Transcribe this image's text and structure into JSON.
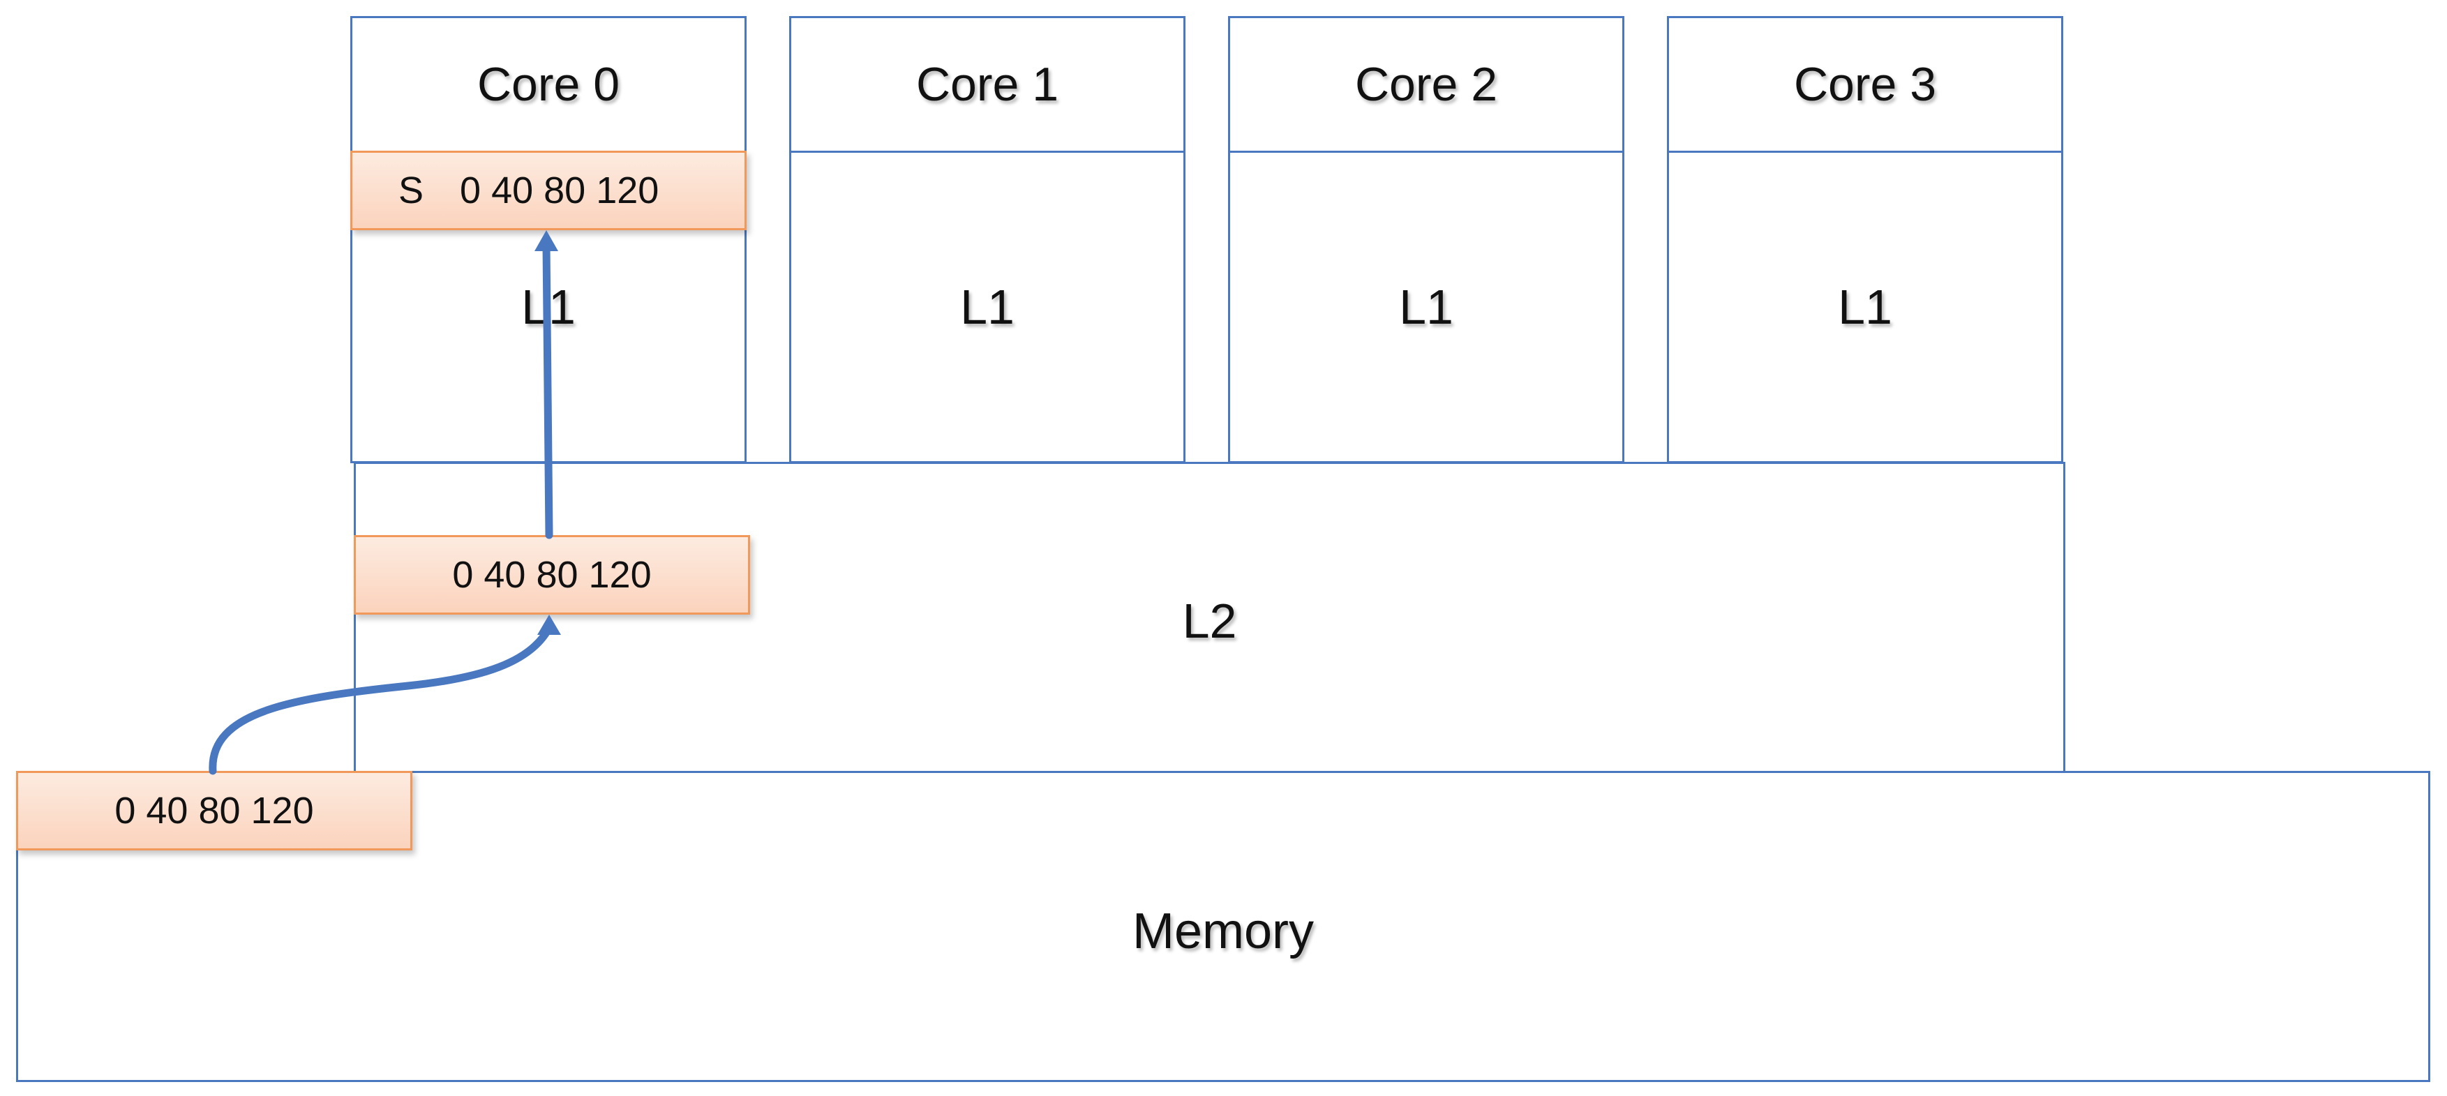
{
  "cores": [
    {
      "name": "Core 0",
      "cache": "L1"
    },
    {
      "name": "Core 1",
      "cache": "L1"
    },
    {
      "name": "Core 2",
      "cache": "L1"
    },
    {
      "name": "Core 3",
      "cache": "L1"
    }
  ],
  "l2": {
    "label": "L2"
  },
  "memory": {
    "label": "Memory"
  },
  "lines": {
    "l1_state": "S",
    "l1_data": "0 40 80 120",
    "l2_data": "0 40 80 120",
    "memory_data": "0 40 80 120"
  },
  "colors": {
    "box_border": "#4a78c0",
    "arrow": "#4a78c0",
    "line_border": "#f0995a",
    "line_fill": "#fbd3bd"
  }
}
